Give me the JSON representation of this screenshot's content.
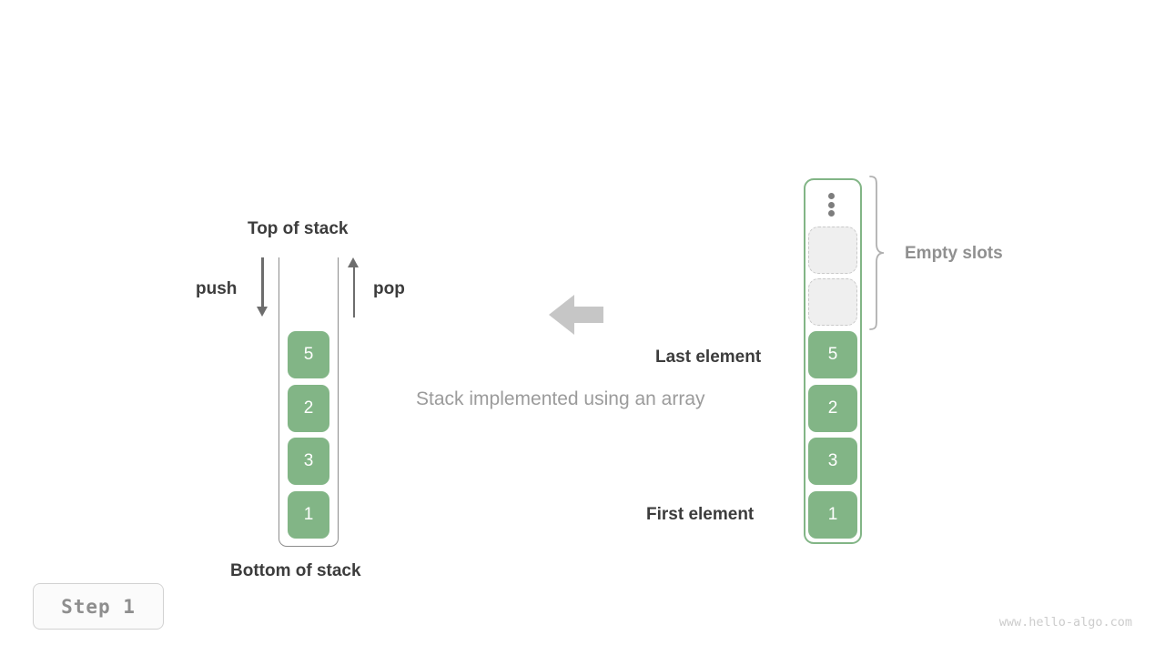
{
  "diagram": {
    "caption": "Stack implemented using an array",
    "step_badge": "Step  1",
    "watermark": "www.hello-algo.com",
    "colors": {
      "element_green": "#82b586",
      "empty_slot_fill": "#efefef",
      "empty_slot_border": "#c9c9c9",
      "label_dark": "#3c3c3c",
      "label_gray": "#909090",
      "arrow_gray": "#6d6d6d",
      "transform_arrow": "#c6c6c6"
    }
  },
  "stack_panel": {
    "top_label": "Top of stack",
    "bottom_label": "Bottom of stack",
    "push_label": "push",
    "pop_label": "pop",
    "push_icon": "arrow-down-icon",
    "pop_icon": "arrow-up-icon",
    "elements_top_to_bottom": [
      "5",
      "2",
      "3",
      "1"
    ]
  },
  "transform": {
    "icon": "arrow-left-icon"
  },
  "array_panel": {
    "empty_slots_label": "Empty slots",
    "last_element_label": "Last element",
    "first_element_label": "First element",
    "ellipsis_icon": "vertical-ellipsis-icon",
    "brace_icon": "curly-brace-icon",
    "empty_slot_count": 2,
    "elements_top_to_bottom": [
      "5",
      "2",
      "3",
      "1"
    ]
  },
  "chart_data": {
    "type": "diagram",
    "title": "Stack implemented using an array",
    "stack_values_top_to_bottom": [
      5,
      2,
      3,
      1
    ],
    "array_values_bottom_to_top": [
      1,
      3,
      2,
      5
    ],
    "array_empty_slots": 2,
    "annotations": [
      "Top of stack",
      "Bottom of stack",
      "push",
      "pop",
      "Empty slots",
      "Last element",
      "First element"
    ]
  }
}
